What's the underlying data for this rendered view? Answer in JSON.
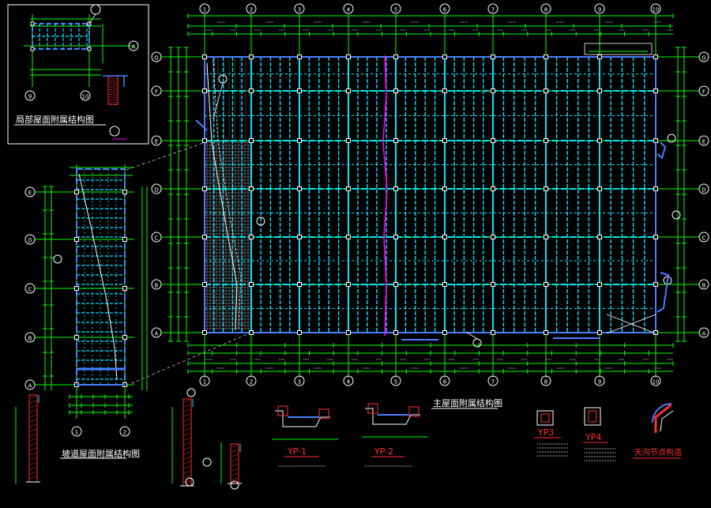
{
  "grid": {
    "columns": [
      "1",
      "2",
      "3",
      "4",
      "5",
      "6",
      "7",
      "8",
      "9",
      "10"
    ],
    "rows": [
      "G",
      "F",
      "E",
      "D",
      "C",
      "B",
      "A"
    ],
    "inset_columns": [
      "1",
      "2"
    ],
    "inset_rows": [
      "E",
      "D",
      "C",
      "B",
      "A"
    ],
    "detail_axes": [
      "9",
      "10",
      "A"
    ]
  },
  "titles": {
    "local_roof": "局部屋面附属结构图",
    "ramp_roof": "坡道屋面附属结构图",
    "main_roof": "主屋面附属结构图",
    "gutter_node": "天沟节点构造"
  },
  "sections": {
    "yp1": "YP-1",
    "yp2": "YP-2",
    "yp3": "YP3",
    "yp4": "YP4"
  },
  "colors": {
    "background": "#000000",
    "grid_line": "#00ff00",
    "beam": "#00e5ff",
    "beam_alt": "#4a7dff",
    "column": "#ffffff",
    "hatch": "#6f6f6f",
    "magenta": "#ff00ff",
    "red_label": "#ff3030",
    "frame": "#ffffff"
  }
}
